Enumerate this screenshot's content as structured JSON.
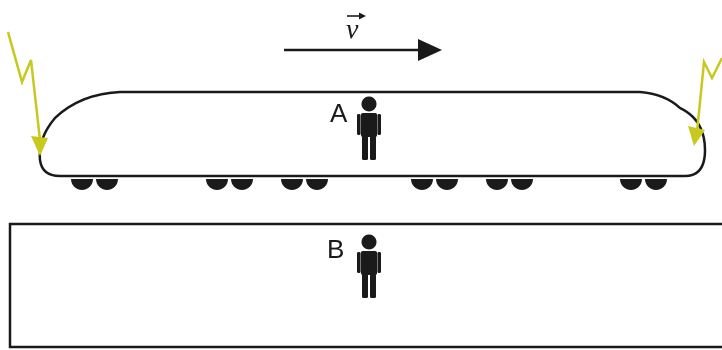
{
  "diagram": {
    "velocity_label": "v",
    "observer_a_label": "A",
    "observer_b_label": "B",
    "colors": {
      "outline": "#1a1a1a",
      "lightning": "#c8c81e",
      "background": "#ffffff"
    },
    "icons": {
      "velocity_arrow": "arrow-right-icon",
      "lightning_left": "lightning-bolt-icon",
      "lightning_right": "lightning-bolt-icon",
      "observer": "person-icon"
    }
  }
}
